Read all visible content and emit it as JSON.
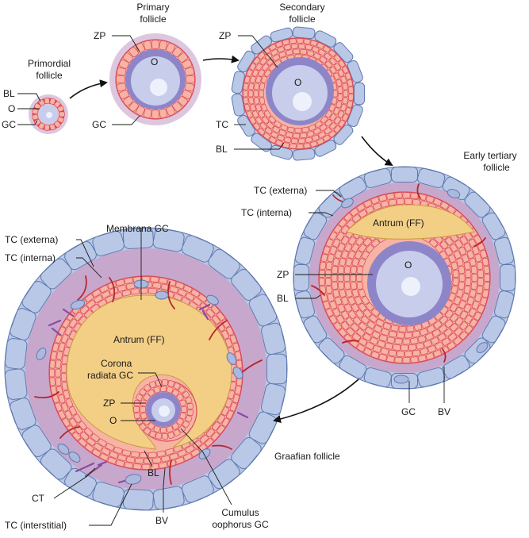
{
  "titles": {
    "primordial": [
      "Primordial",
      "follicle"
    ],
    "primary": [
      "Primary",
      "follicle"
    ],
    "secondary": [
      "Secondary",
      "follicle"
    ],
    "early_tertiary": [
      "Early tertiary",
      "follicle"
    ],
    "graafian": "Graafian follicle"
  },
  "labels": {
    "primordial_bl": "BL",
    "primordial_o": "O",
    "primordial_gc": "GC",
    "primary_zp": "ZP",
    "primary_o": "O",
    "primary_gc": "GC",
    "secondary_zp": "ZP",
    "secondary_o": "O",
    "secondary_tc": "TC",
    "secondary_bl": "BL",
    "tertiary_tc_ext": "TC (externa)",
    "tertiary_tc_int": "TC (interna)",
    "tertiary_antrum": "Antrum (FF)",
    "tertiary_o": "O",
    "tertiary_zp": "ZP",
    "tertiary_bl": "BL",
    "tertiary_gc": "GC",
    "tertiary_bv": "BV",
    "graaf_tc_ext": "TC (externa)",
    "graaf_tc_int": "TC (interna)",
    "graaf_membrana": "Membrana GC",
    "graaf_antrum": "Antrum (FF)",
    "graaf_corona": [
      "Corona",
      "radiata GC"
    ],
    "graaf_zp": "ZP",
    "graaf_o": "O",
    "graaf_bl": "BL",
    "graaf_ct": "CT",
    "graaf_tc_interstitial": "TC (interstitial)",
    "graaf_bv": "BV",
    "graaf_cumulus": [
      "Cumulus",
      "oophorus GC"
    ]
  },
  "colors": {
    "granulosa": "#f7b3a3",
    "granulosa_outline": "#d9485a",
    "zona_pellucida": "#8e85c9",
    "oocyte": "#c7cdea",
    "antrum": "#f3cf86",
    "theca_externa": "#b9c8e6",
    "theca_interna": "#c8a7cc",
    "blood_vessel": "#b5262d",
    "connective_tissue": "#8a4c9e"
  }
}
